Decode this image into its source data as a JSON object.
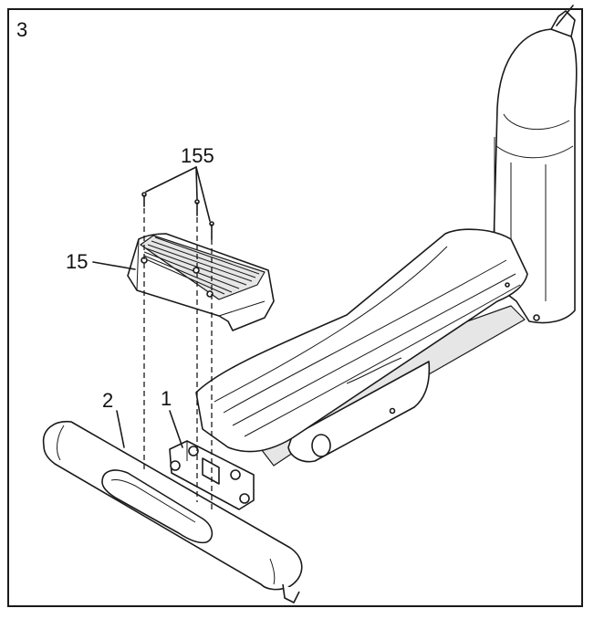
{
  "step_number": "3",
  "callouts": {
    "part_155": "155",
    "part_15": "15",
    "part_1": "1",
    "part_2": "2"
  },
  "colors": {
    "line": "#1a1a1a",
    "background": "#ffffff",
    "shade": "#e6e6e6"
  }
}
